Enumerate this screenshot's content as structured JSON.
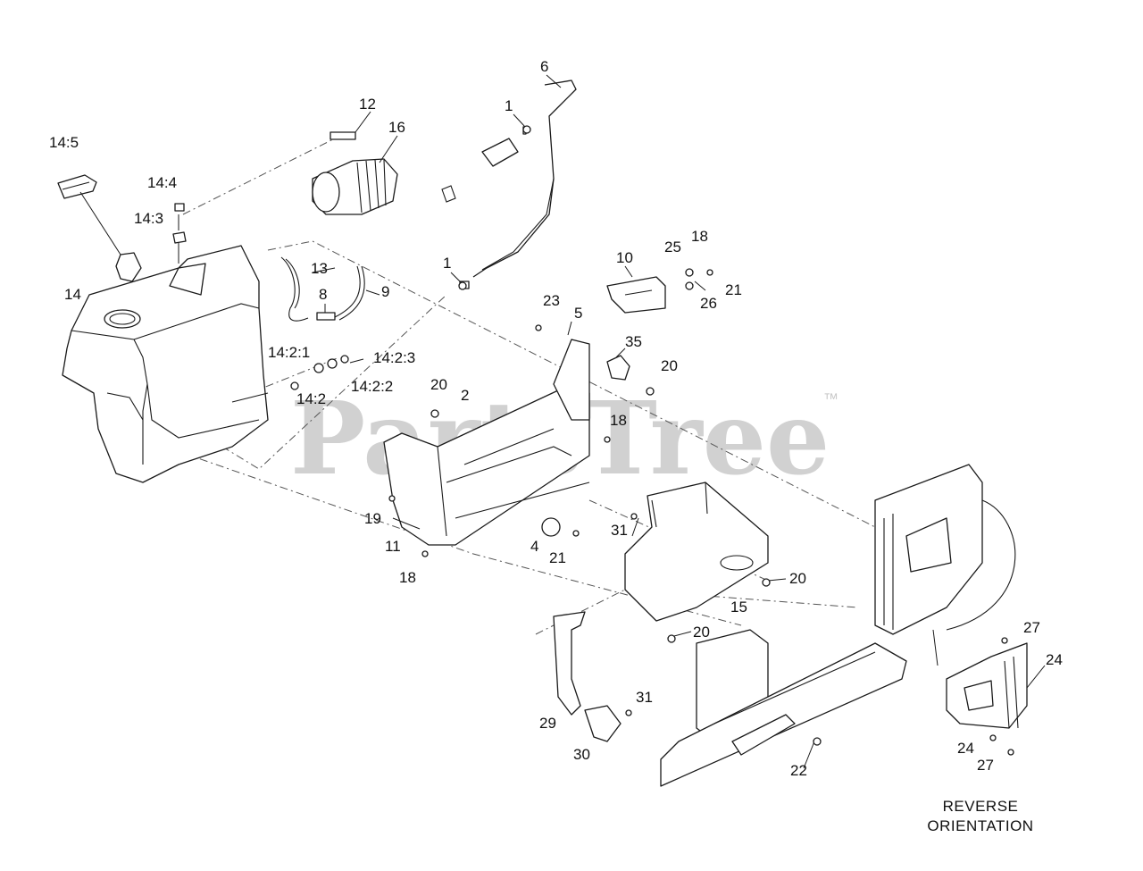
{
  "watermark": {
    "text": "PartsTree",
    "trademark": "™"
  },
  "note": {
    "line1": "REVERSE",
    "line2": "ORIENTATION"
  },
  "callouts": [
    "14:5",
    "14:4",
    "14:3",
    "12",
    "16",
    "6",
    "1",
    "1",
    "14",
    "13",
    "8",
    "9",
    "10",
    "25",
    "18",
    "21",
    "26",
    "23",
    "5",
    "35",
    "20",
    "14:2:1",
    "14:2:3",
    "14:2:2",
    "14:2",
    "20",
    "2",
    "18",
    "19",
    "11",
    "4",
    "21",
    "31",
    "18",
    "20",
    "15",
    "20",
    "29",
    "31",
    "30",
    "22",
    "27",
    "24",
    "24",
    "27"
  ]
}
